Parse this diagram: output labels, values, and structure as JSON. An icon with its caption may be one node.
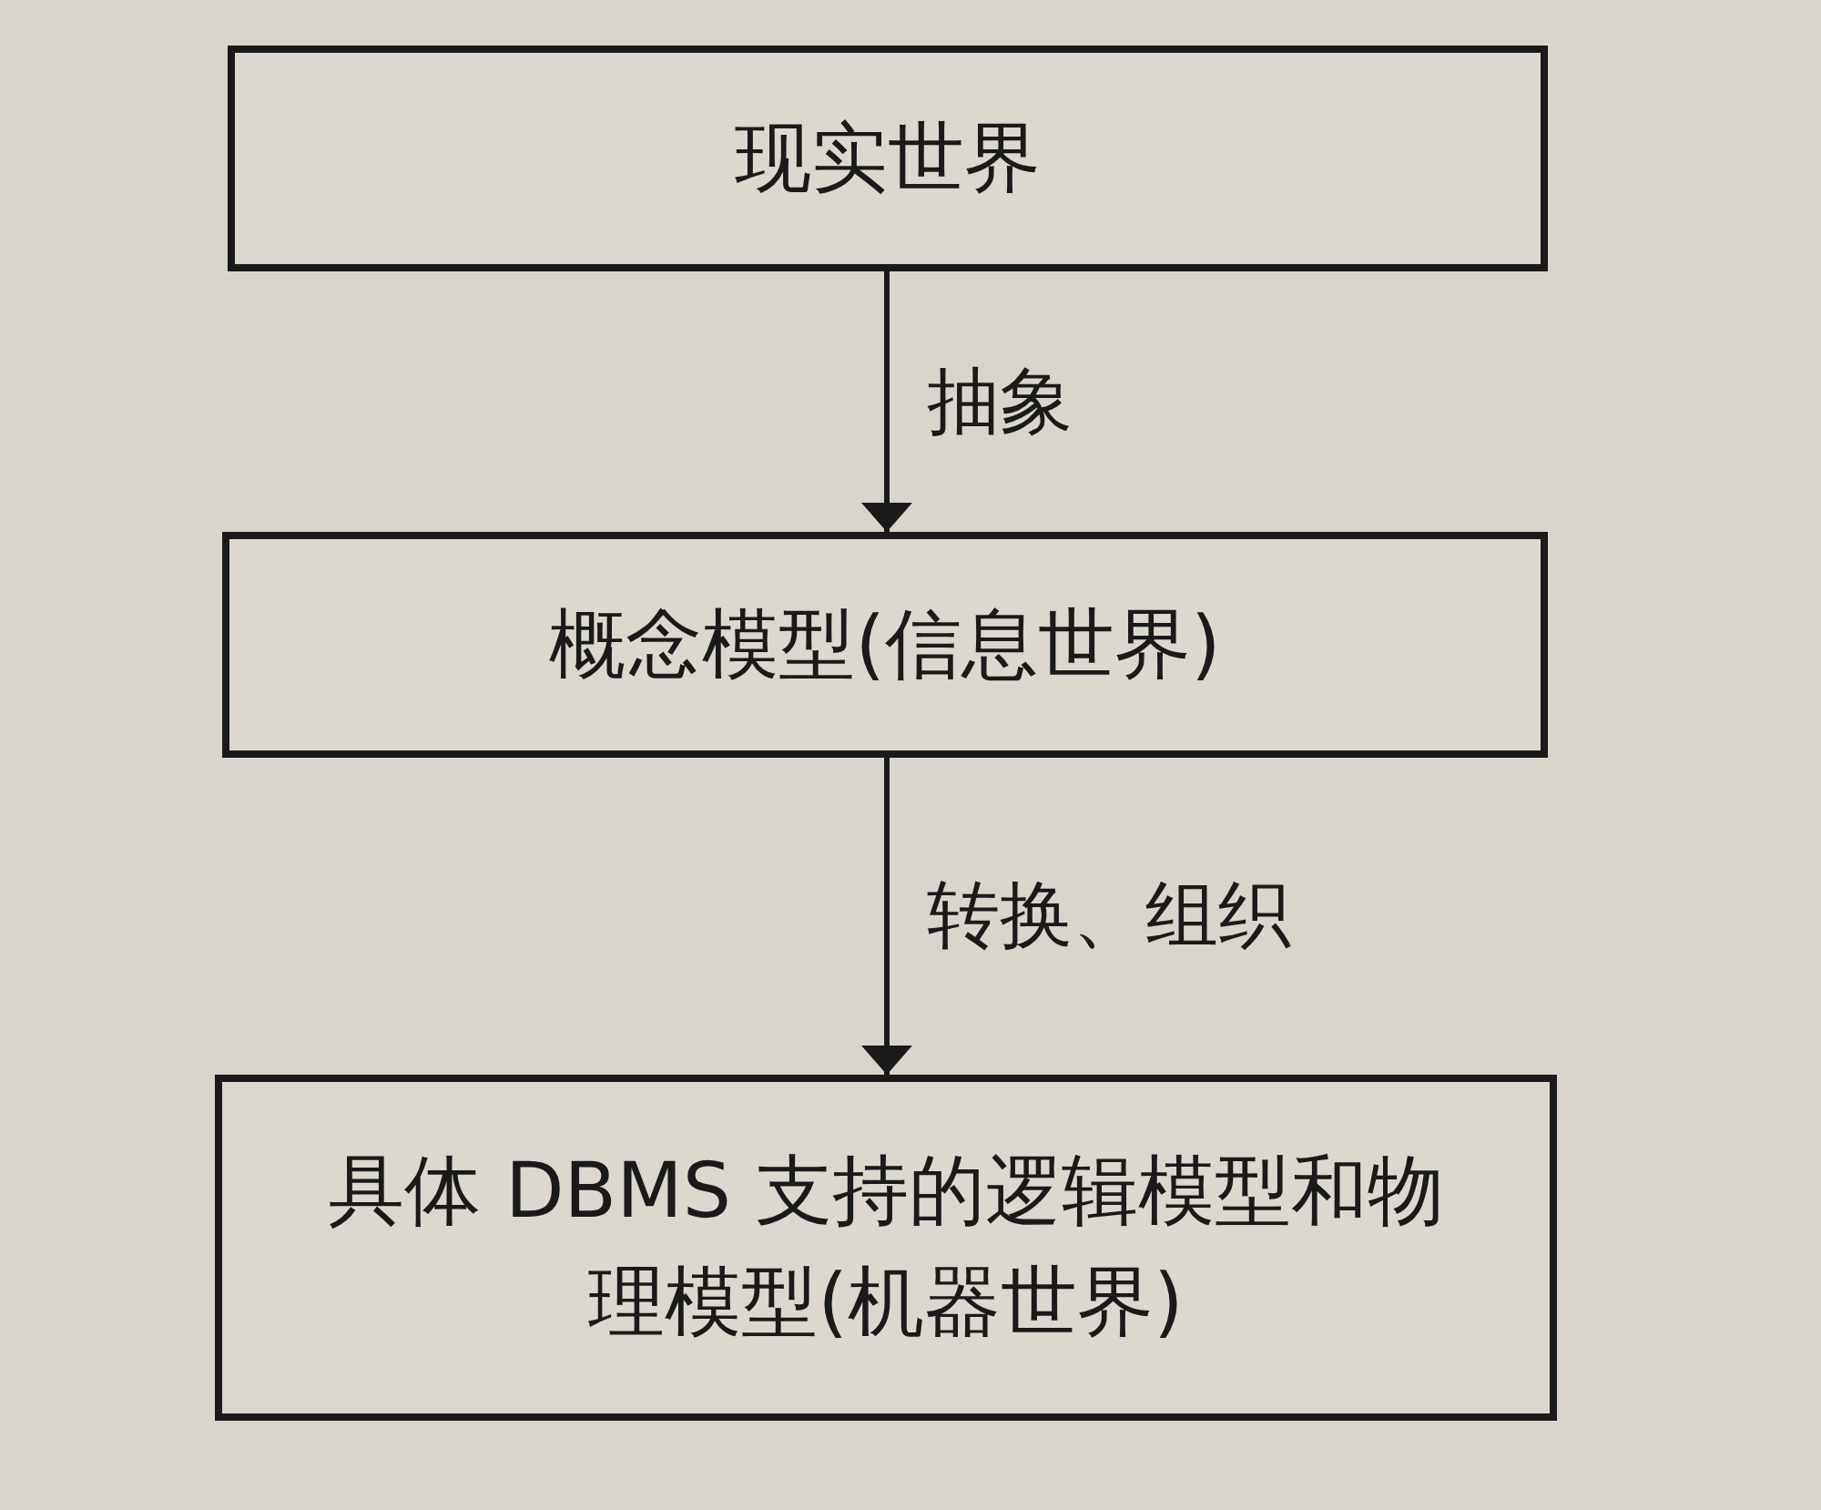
{
  "diagram": {
    "nodes": [
      {
        "text": [
          "现实世界"
        ]
      },
      {
        "text": [
          "概念模型(信息世界)"
        ]
      },
      {
        "text": [
          "具体 DBMS 支持的逻辑模型和物理模型(机器世界)"
        ]
      }
    ],
    "edges": [
      {
        "from": 0,
        "to": 1,
        "arrow": "to",
        "label": "抽象"
      },
      {
        "from": 1,
        "to": 2,
        "arrow": "to",
        "label": "转换、组织"
      }
    ]
  }
}
